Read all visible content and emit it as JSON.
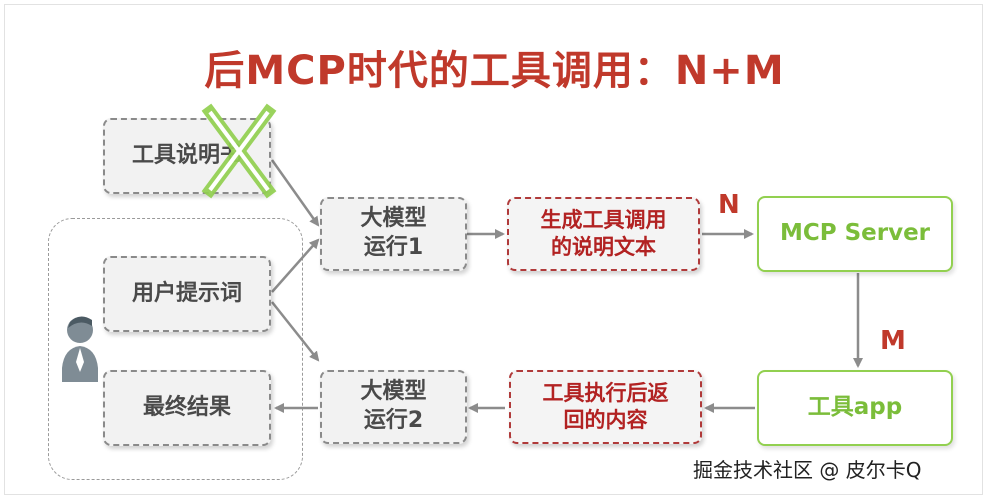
{
  "title": "后MCP时代的工具调用：N+M",
  "boxes": {
    "manual": "工具说明书",
    "prompt": "用户提示词",
    "result": "最终结果",
    "llm1_line1": "大模型",
    "llm1_line2": "运行1",
    "llm2_line1": "大模型",
    "llm2_line2": "运行2",
    "gen_line1": "生成工具调用",
    "gen_line2": "的说明文本",
    "ret_line1": "工具执行后返",
    "ret_line2": "回的内容",
    "server": "MCP Server",
    "app": "工具app"
  },
  "labels": {
    "n": "N",
    "m": "M"
  },
  "footer": "掘金技术社区 @ 皮尔卡Q",
  "colors": {
    "title": "#c0392b",
    "red_box_text": "#b22222",
    "green": "#92d050",
    "grey_border": "#8a8a8a",
    "arrow": "#8c8c8c"
  },
  "icons": [
    "cross-mark-icon",
    "user-icon"
  ]
}
